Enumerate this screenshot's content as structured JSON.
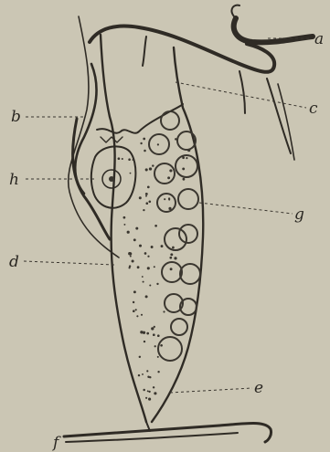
{
  "figure": {
    "labels": {
      "a": "a",
      "b": "b",
      "c": "c",
      "d": "d",
      "e": "e",
      "f": "f",
      "g": "g",
      "h": "h"
    }
  }
}
